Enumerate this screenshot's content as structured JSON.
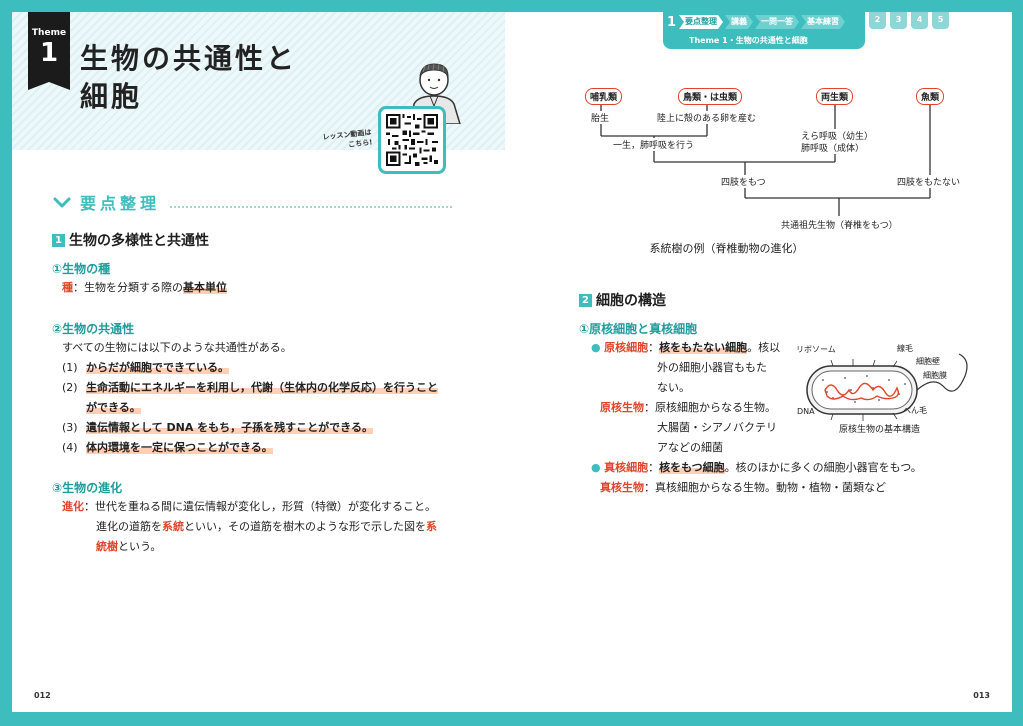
{
  "left_page": {
    "theme_word": "Theme",
    "theme_number": "1",
    "title_line1": "生物の共通性と",
    "title_line2": "細胞",
    "lesson_link_line1": "レッスン動画は",
    "lesson_link_line2": "こちら!",
    "summary_label": "要点整理",
    "section1": {
      "num": "1",
      "title": "生物の多様性と共通性"
    },
    "sub1": "①生物の種",
    "sub1_term": "種",
    "sub1_text": "：生物を分類する際の",
    "sub1_hl": "基本単位",
    "sub2": "②生物の共通性",
    "sub2_intro": "すべての生物には以下のような共通性がある。",
    "items": [
      {
        "num": "(1)",
        "text": "からだが細胞でできている。"
      },
      {
        "num": "(2)",
        "text": "生命活動にエネルギーを利用し，代謝（生体内の化学反応）を行うこと"
      },
      {
        "num": "",
        "text": "ができる。"
      },
      {
        "num": "(3)",
        "text": "遺伝情報として DNA をもち，子孫を残すことができる。"
      },
      {
        "num": "(4)",
        "text": "体内環境を一定に保つことができる。"
      }
    ],
    "sub3": "③生物の進化",
    "evo_term": "進化",
    "evo_text1": "：世代を重ねる間に遺伝情報が変化し，形質（特徴）が変化すること。",
    "evo_text2a": "進化の道筋を",
    "evo_term2": "系統",
    "evo_text2b": "といい，その道筋を樹木のような形で示した図を",
    "evo_term3a": "系",
    "evo_term3b": "統樹",
    "evo_text3": "という。",
    "page_number": "012"
  },
  "right_page": {
    "nav_num": "1",
    "nav_steps": [
      "要点整理",
      "講義",
      "一問一答",
      "基本練習"
    ],
    "nav_subtitle": "Theme 1・生物の共通性と細胞",
    "nav_tabs": [
      "2",
      "3",
      "4",
      "5"
    ],
    "tree": {
      "groups": [
        "哺乳類",
        "鳥類・は虫類",
        "両生類",
        "魚類"
      ],
      "mammal_trait": "胎生",
      "bird_trait": "陸上に殻のある卵を産む",
      "lung_trait": "一生，肺呼吸を行う",
      "amph_trait1": "えら呼吸（幼生）",
      "amph_trait2": "肺呼吸（成体）",
      "limbs_yes": "四肢をもつ",
      "limbs_no": "四肢をもたない",
      "ancestor": "共通祖先生物（脊椎をもつ）",
      "caption": "系統樹の例（脊椎動物の進化）"
    },
    "section2": {
      "num": "2",
      "title": "細胞の構造"
    },
    "sub1": "①原核細胞と真核細胞",
    "prokaryote_term": "原核細胞",
    "prokaryote_colon": "：",
    "prokaryote_hl": "核をもたない細胞",
    "prokaryote_text1": "。核以",
    "prokaryote_text2": "外の細胞小器官ももた",
    "prokaryote_text3": "ない。",
    "prok_org_term": "原核生物",
    "prok_org_text1": "：原核細胞からなる生物。",
    "prok_org_text2": "大腸菌・シアノバクテリ",
    "prok_org_text3": "アなどの細菌",
    "eukaryote_term": "真核細胞",
    "eukaryote_colon": "：",
    "eukaryote_hl": "核をもつ細胞",
    "eukaryote_text": "。核のほかに多くの細胞小器官をもつ。",
    "euk_org_term": "真核生物",
    "euk_org_text": "：真核細胞からなる生物。動物・植物・菌類など",
    "bacteria_labels": {
      "ribosome": "リボソーム",
      "pili": "線毛",
      "cell_wall": "細胞壁",
      "membrane": "細胞膜",
      "dna": "DNA",
      "flagellum": "べん毛",
      "caption": "原核生物の基本構造"
    },
    "page_number": "013"
  },
  "colors": {
    "accent": "#3dbdbd",
    "red": "#e0452a",
    "highlight": "#ffcfb6"
  }
}
